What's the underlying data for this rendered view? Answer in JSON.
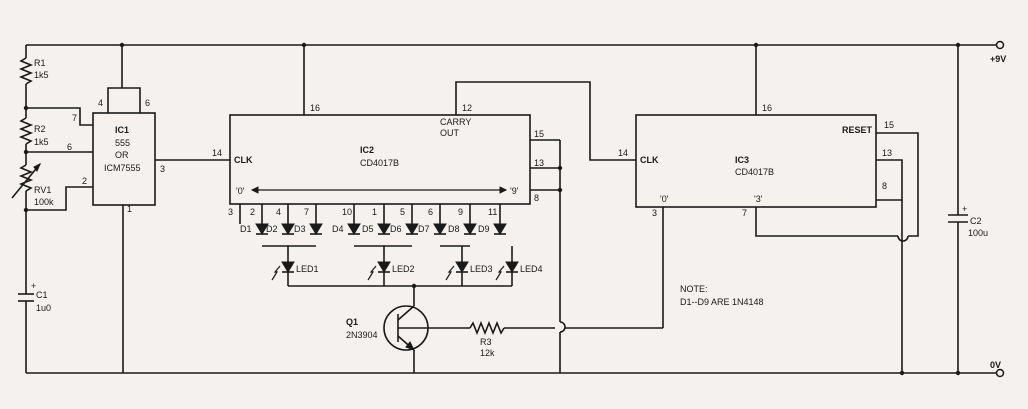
{
  "rails": {
    "vpos": "+9V",
    "gnd": "0V"
  },
  "note": {
    "line1": "NOTE:",
    "line2": "D1--D9 ARE 1N4148"
  },
  "ic1": {
    "name": "IC1",
    "type1": "555",
    "type2": "OR",
    "type3": "ICM7555",
    "pins": {
      "p4": "4",
      "p6a": "6",
      "p7": "7",
      "p6": "6",
      "p2": "2",
      "p3": "3",
      "p1": "1"
    }
  },
  "ic2": {
    "name": "IC2",
    "type": "CD4017B",
    "clk": "CLK",
    "carry1": "CARRY",
    "carry2": "OUT",
    "q0": "'0'",
    "q9": "'9'",
    "pins": {
      "p14": "14",
      "p16": "16",
      "p12": "12",
      "p15": "15",
      "p13": "13",
      "p8": "8",
      "o": [
        "3",
        "2",
        "4",
        "7",
        "10",
        "1",
        "5",
        "6",
        "9",
        "11"
      ]
    }
  },
  "ic3": {
    "name": "IC3",
    "type": "CD4017B",
    "clk": "CLK",
    "reset": "RESET",
    "q0": "'0'",
    "q3": "'3'",
    "pins": {
      "p14": "14",
      "p16": "16",
      "p15": "15",
      "p13": "13",
      "p8": "8",
      "p3": "3",
      "p7": "7"
    }
  },
  "r1": {
    "name": "R1",
    "value": "1k5"
  },
  "r2": {
    "name": "R2",
    "value": "1k5"
  },
  "rv1": {
    "name": "RV1",
    "value": "100k"
  },
  "c1": {
    "name": "C1",
    "value": "1u0",
    "polarity": "+"
  },
  "c2": {
    "name": "C2",
    "value": "100u",
    "polarity": "+"
  },
  "r3": {
    "name": "R3",
    "value": "12k"
  },
  "q1": {
    "name": "Q1",
    "type": "2N3904"
  },
  "diodes": [
    "D1",
    "D2",
    "D3",
    "D4",
    "D5",
    "D6",
    "D7",
    "D8",
    "D9"
  ],
  "leds": [
    "LED1",
    "LED2",
    "LED3",
    "LED4"
  ]
}
